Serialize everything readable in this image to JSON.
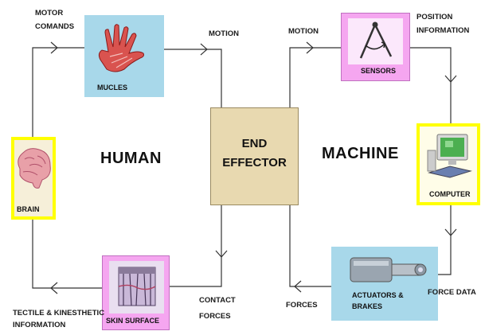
{
  "nodes": {
    "muscles": "MUCLES",
    "sensors": "SENSORS",
    "brain": "BRAIN",
    "end_effector_line1": "END",
    "end_effector_line2": "EFFECTOR",
    "computer": "COMPUTER",
    "skin": "SKIN SURFACE",
    "actuators_line1": "ACTUATORS &",
    "actuators_line2": "BRAKES"
  },
  "regions": {
    "human": "HUMAN",
    "machine": "MACHINE"
  },
  "edge_labels": {
    "motor_line1": "MOTOR",
    "motor_line2": "COMANDS",
    "motion_left": "MOTION",
    "motion_right": "MOTION",
    "position_line1": "POSITION",
    "position_line2": "INFORMATION",
    "contact_line1": "CONTACT",
    "contact_line2": "FORCES",
    "force_data": "FORCE DATA",
    "forces": "FORCES",
    "tactile_line1": "TECTILE & KINESTHETIC",
    "tactile_line2": "INFORMATION"
  },
  "colors": {
    "blue_box": "#a8d8ea",
    "magenta_box": "#f5a6f0",
    "yellow_frame": "#ffff00",
    "end_effector": "#e8d9b0",
    "line": "#333333"
  },
  "icons": [
    "hand-muscle-icon",
    "compass-sensor-icon",
    "brain-icon",
    "computer-icon",
    "skin-tissue-icon",
    "actuator-cylinder-icon"
  ]
}
